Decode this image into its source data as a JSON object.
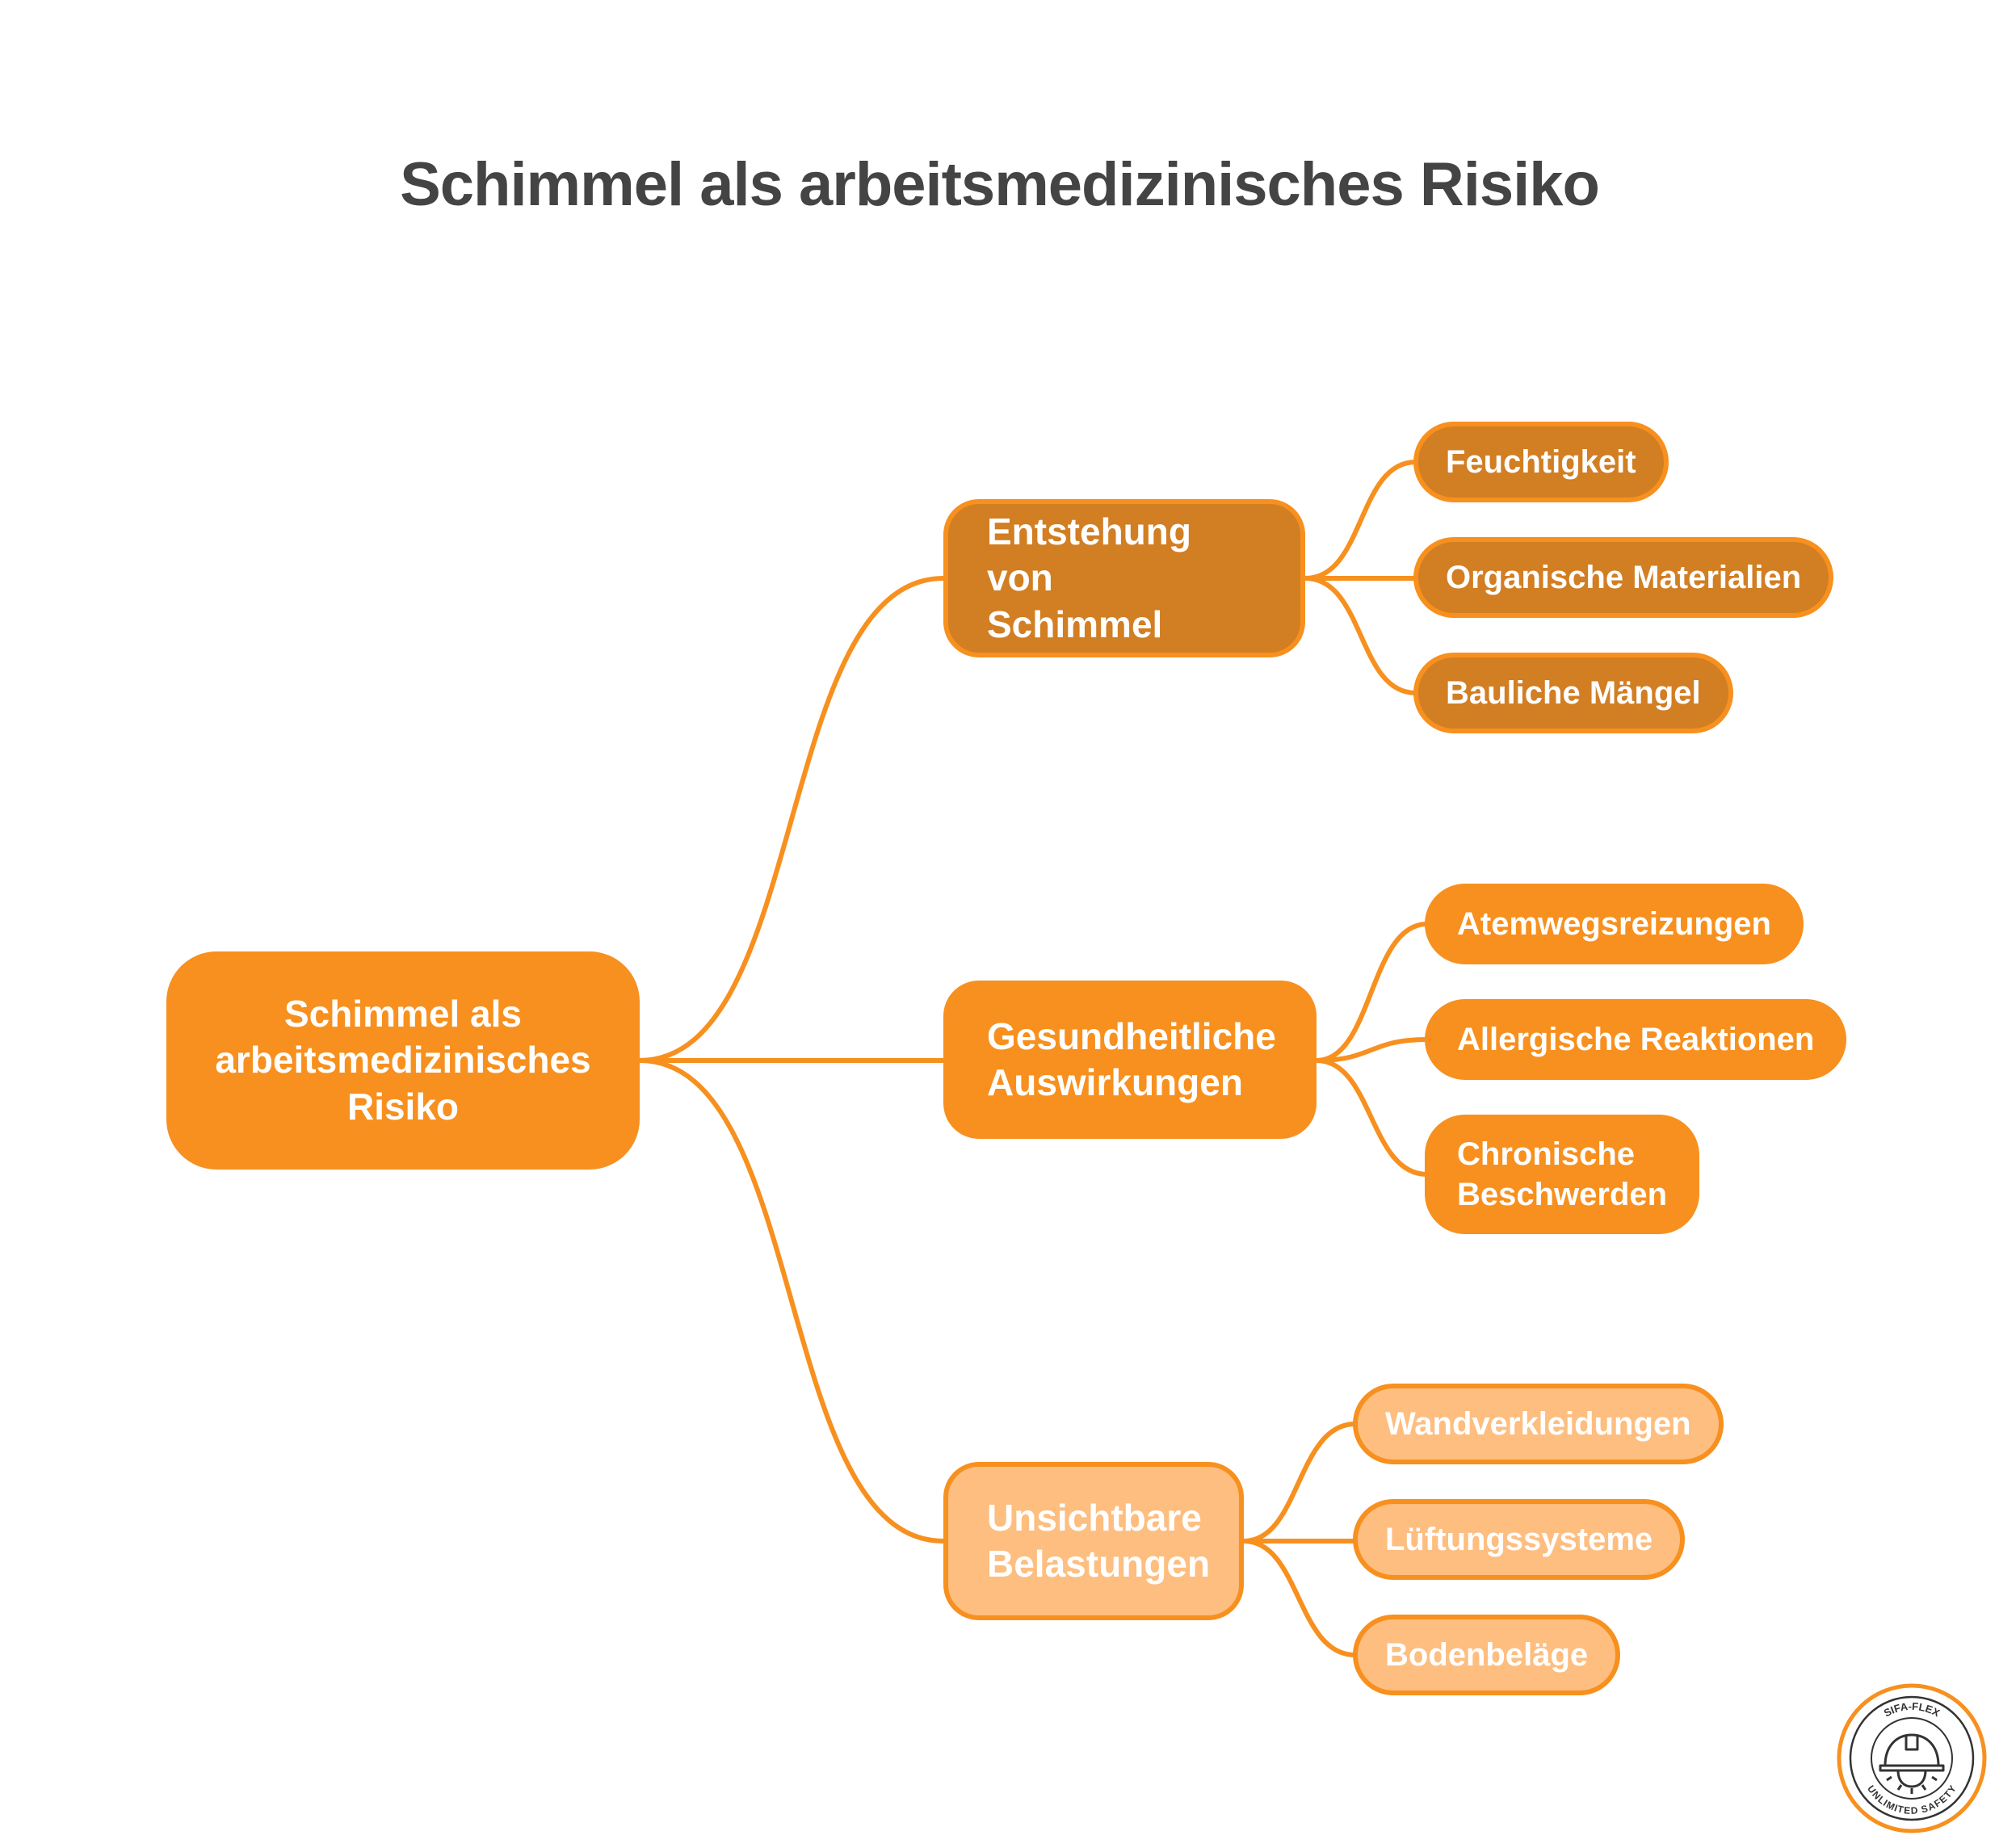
{
  "title": "Schimmel als arbeitsmedizinisches Risiko",
  "root": {
    "line1": "Schimmel als",
    "line2": "arbeitsmedizinisches",
    "line3": "Risiko"
  },
  "branches": [
    {
      "line1": "Entstehung von",
      "line2": "Schimmel",
      "color": "#d27e23",
      "leaves": [
        "Feuchtigkeit",
        "Organische Materialien",
        "Bauliche Mängel"
      ]
    },
    {
      "line1": "Gesundheitliche",
      "line2": "Auswirkungen",
      "color": "#f7901e",
      "leaves": [
        "Atemwegsreizungen",
        "Allergische Reaktionen",
        "Chronische Beschwerden"
      ]
    },
    {
      "line1": "Unsichtbare",
      "line2": "Belastungen",
      "color": "#fdbe80",
      "leaves": [
        "Wandverkleidungen",
        "Lüftungssysteme",
        "Bodenbeläge"
      ]
    }
  ],
  "chronische_line1": "Chronische",
  "chronische_line2": "Beschwerden",
  "connector_color": "#f7901e",
  "logo": {
    "icon": "hard-hat-gear-icon",
    "text_top": "SIFA-FLEX",
    "text_bottom": "UNLIMITED SAFETY"
  }
}
